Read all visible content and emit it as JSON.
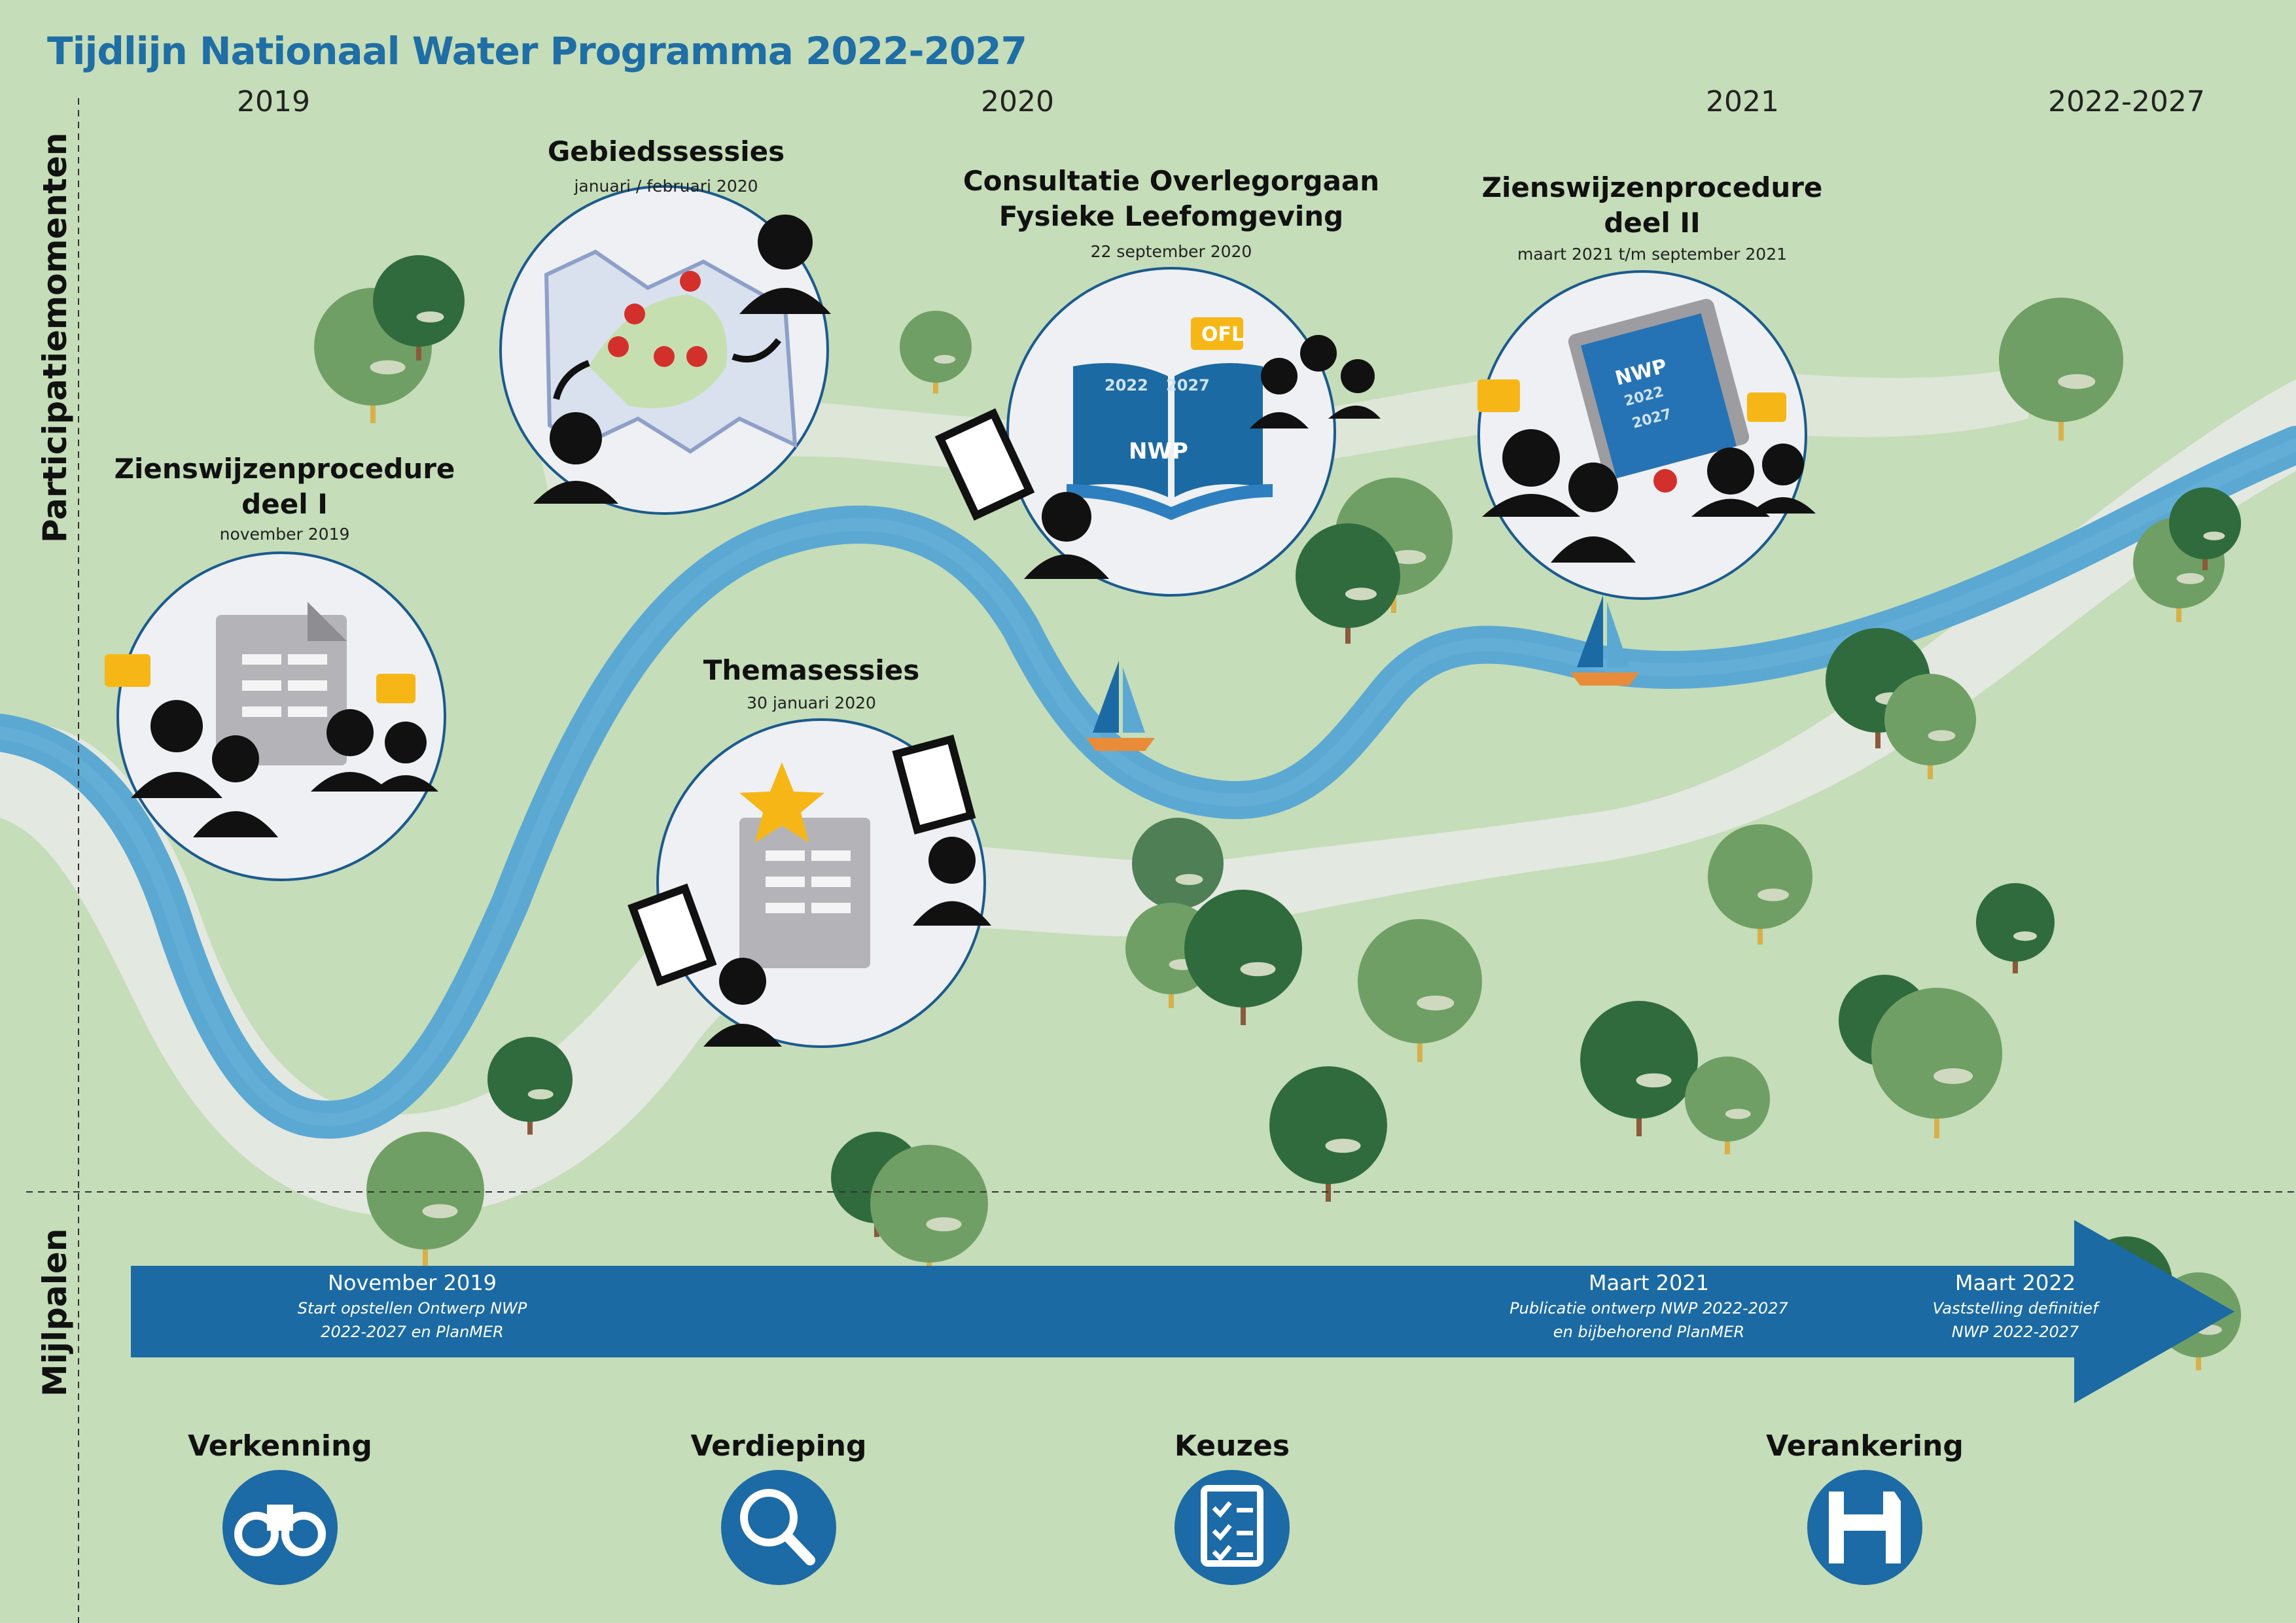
{
  "title": "Tijdlijn Nationaal Water Programma 2022-2027",
  "years": [
    "2019",
    "2020",
    "2021",
    "2022-2027"
  ],
  "section_labels": {
    "participation": "Participatiemomenten",
    "milestones": "Mijlpalen"
  },
  "moments": [
    {
      "title_line1": "Zienswijzenprocedure",
      "title_line2": "deel I",
      "date": "november 2019"
    },
    {
      "title_line1": "Gebiedssessies",
      "title_line2": "",
      "date": "januari / februari 2020"
    },
    {
      "title_line1": "Themasessies",
      "title_line2": "",
      "date": "30 januari 2020"
    },
    {
      "title_line1": "Consultatie Overlegorgaan",
      "title_line2": "Fysieke Leefomgeving",
      "date": "22 september 2020"
    },
    {
      "title_line1": "Zienswijzenprocedure",
      "title_line2": "deel II",
      "date": "maart 2021 t/m september 2021"
    }
  ],
  "badges": {
    "ofl": "OFL",
    "nwp": "NWP",
    "year_a": "2022",
    "year_b": "2027"
  },
  "milestones": [
    {
      "date": "November 2019",
      "desc_line1": "Start opstellen Ontwerp NWP",
      "desc_line2": "2022-2027 en PlanMER"
    },
    {
      "date": "Maart 2021",
      "desc_line1": "Publicatie ontwerp NWP 2022-2027",
      "desc_line2": "en bijbehorend PlanMER"
    },
    {
      "date": "Maart 2022",
      "desc_line1": "Vaststelling definitief",
      "desc_line2": "NWP 2022-2027"
    }
  ],
  "phases": [
    {
      "label": "Verkenning",
      "icon": "binoculars-icon"
    },
    {
      "label": "Verdieping",
      "icon": "magnifier-icon"
    },
    {
      "label": "Keuzes",
      "icon": "checklist-icon"
    },
    {
      "label": "Verankering",
      "icon": "save-icon"
    }
  ],
  "colors": {
    "background": "#c5ddb8",
    "river": "#5ba8d3",
    "path": "#e3e8e0",
    "arrow": "#1b6aa3",
    "title": "#1f6ea5",
    "icon_circle": "#1c6aa6"
  }
}
